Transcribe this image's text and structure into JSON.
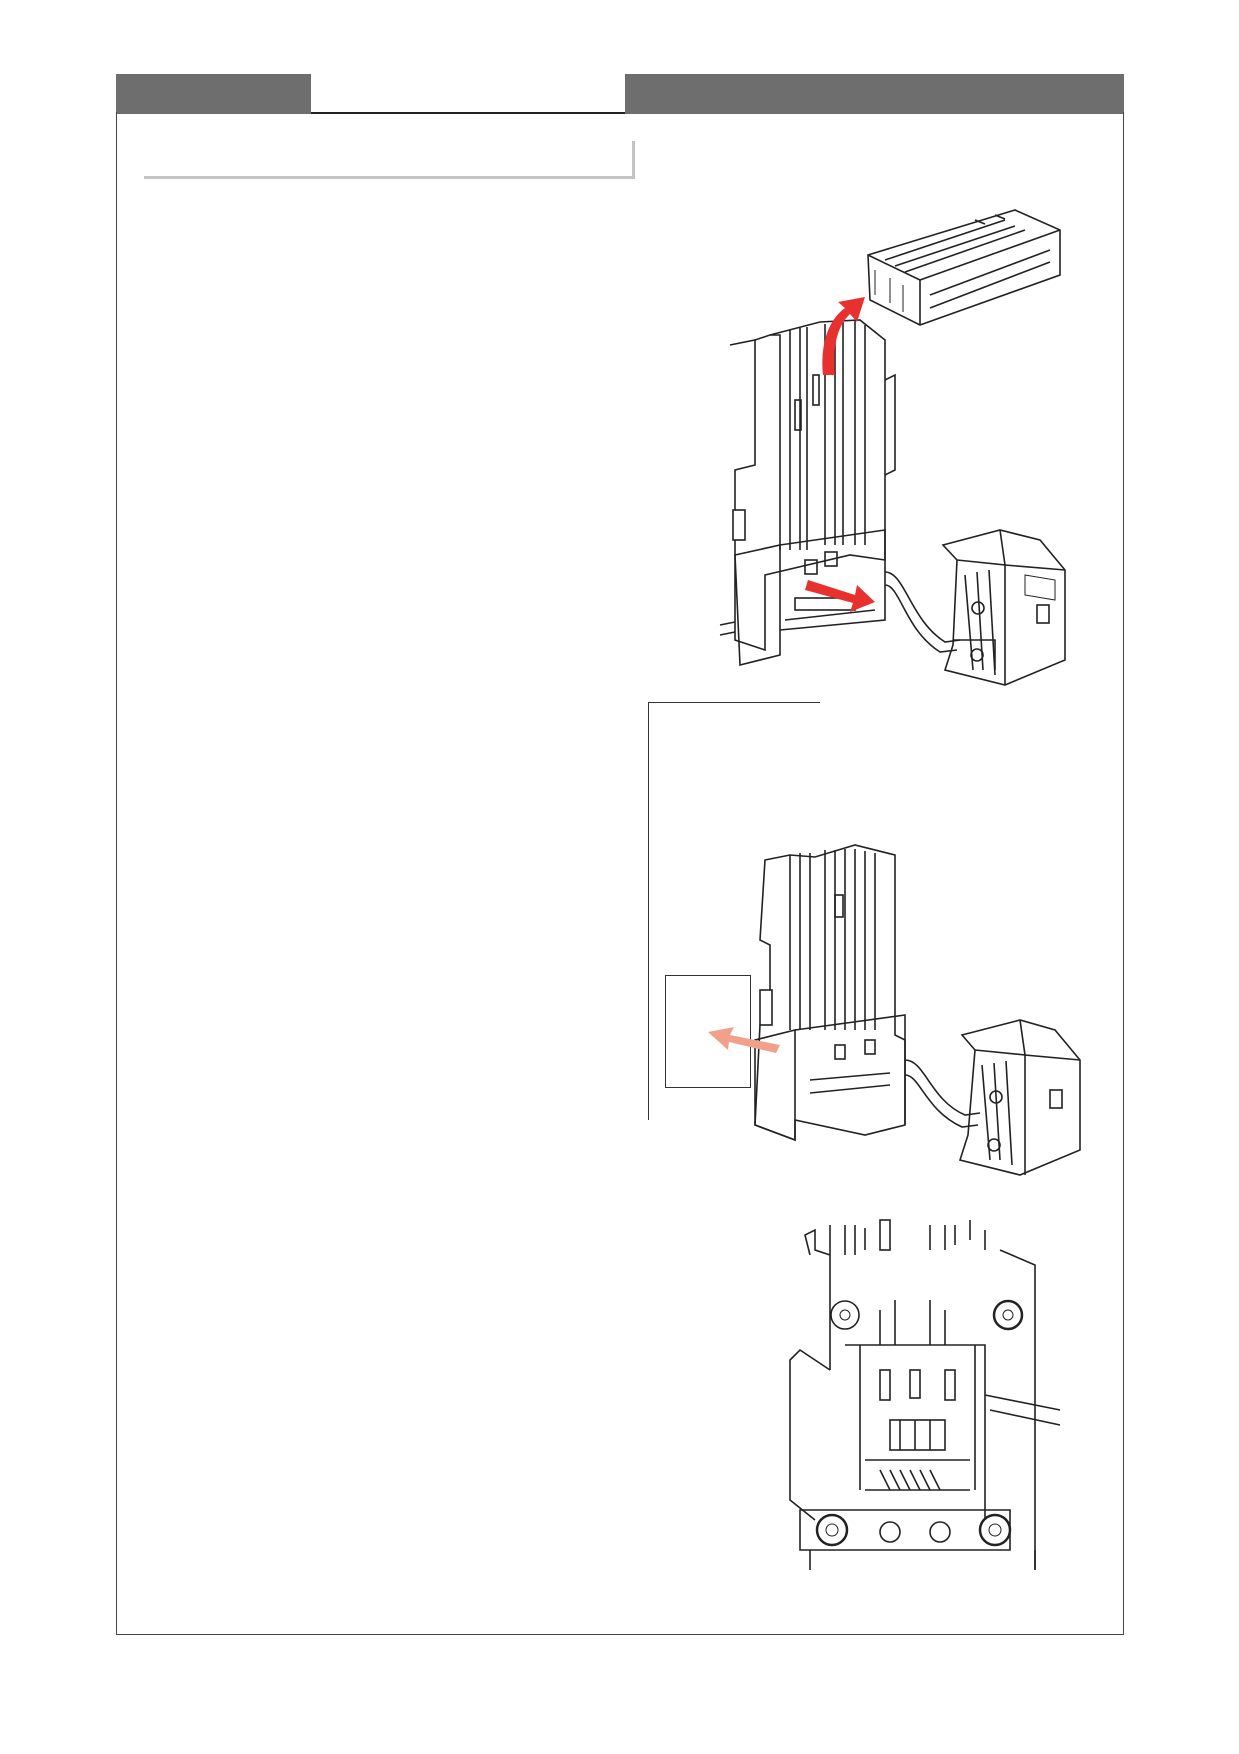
{
  "header": {
    "left_tab": "",
    "center_tab": "",
    "right_tab": ""
  },
  "section": {
    "title": ""
  },
  "figures": [
    {
      "id": "fig1",
      "description_visible": "",
      "arrows": [
        "up",
        "down-right"
      ],
      "arrow_color": "#e8312f"
    },
    {
      "id": "fig2",
      "label": "",
      "arrow_color": "#f2a08a"
    },
    {
      "id": "fig3",
      "highlighted_screws": 5
    }
  ],
  "colors": {
    "header_bar": "#6e6e6e",
    "accent_red": "#e8312f",
    "accent_pink": "#f2a08a",
    "rule_gray": "#c4c4c4"
  }
}
